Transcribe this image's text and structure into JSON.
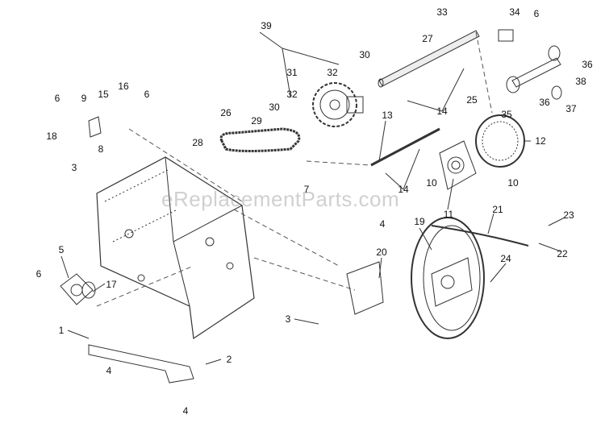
{
  "watermark": "eReplacementParts.com",
  "callouts": [
    "33",
    "34",
    "6",
    "27",
    "39",
    "30",
    "36",
    "38",
    "31",
    "32",
    "32",
    "25",
    "35",
    "36",
    "37",
    "14",
    "30",
    "29",
    "26",
    "13",
    "12",
    "6",
    "9",
    "15",
    "16",
    "6",
    "18",
    "8",
    "3",
    "28",
    "7",
    "14",
    "10",
    "10",
    "11",
    "21",
    "23",
    "4",
    "19",
    "22",
    "20",
    "24",
    "5",
    "6",
    "17",
    "3",
    "1",
    "2",
    "4",
    "4"
  ]
}
